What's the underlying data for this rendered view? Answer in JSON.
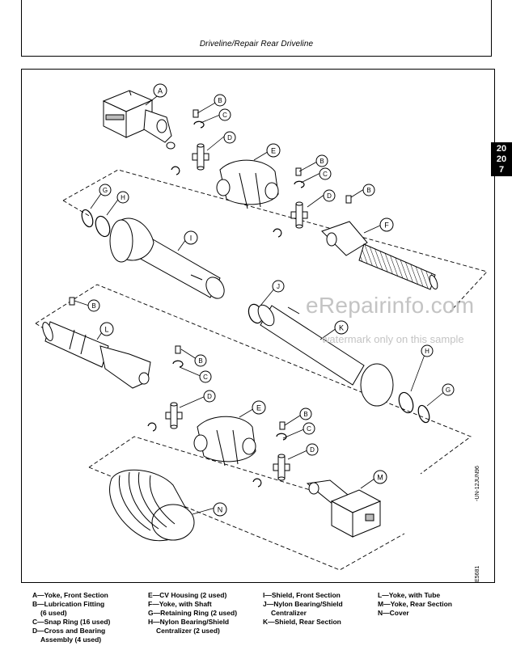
{
  "header": {
    "title": "Driveline/Repair Rear Driveline"
  },
  "tab": {
    "line1": "20",
    "line2": "20",
    "line3": "7"
  },
  "callouts": {
    "a": "A",
    "b": "B",
    "c": "C",
    "d": "D",
    "e": "E",
    "f": "F",
    "g": "G",
    "h": "H",
    "i": "I",
    "j": "J",
    "k": "K",
    "l": "L",
    "m": "M",
    "n": "N"
  },
  "watermark": {
    "brand": "eRepairinfo.com",
    "note": "watermark only on this sample"
  },
  "side_codes": {
    "date": "-UN-12JUN96",
    "figure": "E5681"
  },
  "legend": {
    "col1": [
      "A—Yoke, Front Section",
      "B—Lubrication Fitting",
      "(6 used)",
      "C—Snap Ring (16 used)",
      "D—Cross and Bearing",
      "Assembly (4 used)"
    ],
    "col2": [
      "E—CV Housing (2 used)",
      "F—Yoke, with Shaft",
      "G—Retaining Ring (2 used)",
      "H—Nylon Bearing/Shield",
      "Centralizer (2 used)"
    ],
    "col3": [
      "I—Shield, Front Section",
      "J—Nylon Bearing/Shield",
      "Centralizer",
      "K—Shield, Rear Section"
    ],
    "col4": [
      "L—Yoke, with Tube",
      "M—Yoke, Rear Section",
      "N—Cover"
    ]
  }
}
